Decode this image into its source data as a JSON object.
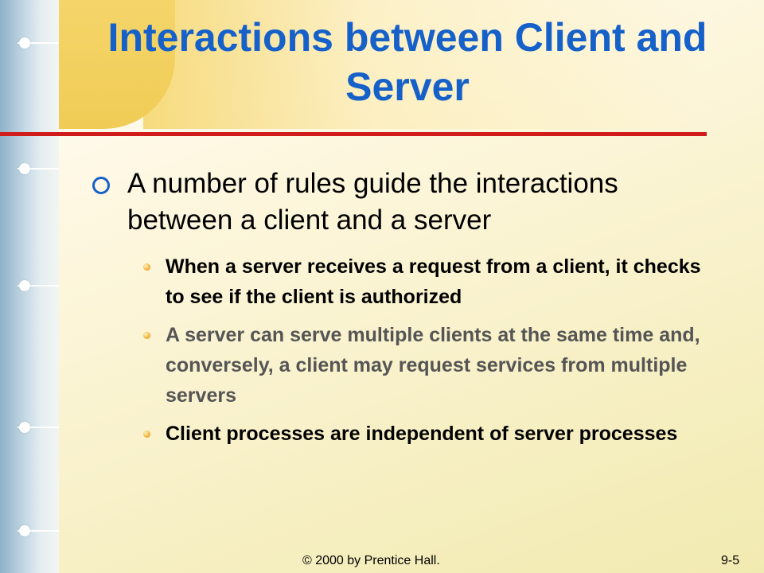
{
  "slide": {
    "title": "Interactions between Client and Server",
    "main_bullet": "A number of rules guide the interactions between a client and a server",
    "sub_bullets": [
      "When a server receives a request from a client, it checks to see if the client is authorized",
      "A server can serve multiple clients at the same time and, conversely, a client may request services from multiple servers",
      "Client processes are independent  of server processes"
    ],
    "footer_copyright": "© 2000 by Prentice Hall.",
    "footer_page": "9-5"
  },
  "colors": {
    "title": "#1560c9",
    "rule": "#d11c1c",
    "muted_text": "#555555"
  },
  "icons": {
    "main_bullet": "hollow-circle-icon",
    "sub_bullet": "orange-dot-icon",
    "binder": "binder-ring-icon"
  }
}
